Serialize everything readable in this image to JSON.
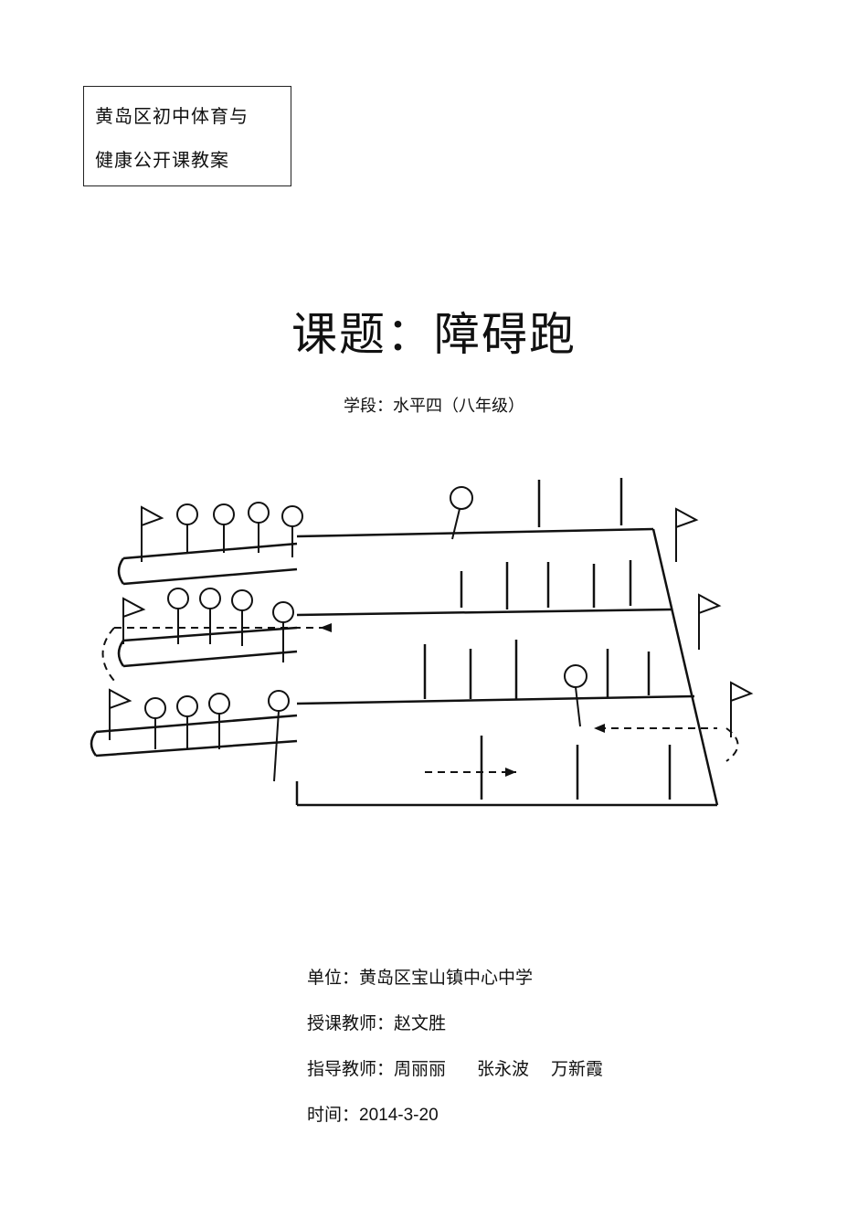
{
  "header": {
    "line1": "黄岛区初中体育与",
    "line2": "健康公开课教案"
  },
  "title": "课题：障碍跑",
  "subtitle": "学段：水平四（八年级）",
  "illustration": {
    "description_icon": "hurdle-race-illustration"
  },
  "info": {
    "unit_label": "单位：",
    "unit_value": "黄岛区宝山镇中心中学",
    "teacher_label": "授课教师：",
    "teacher_value": "赵文胜",
    "advisor_label": "指导教师：",
    "advisors": [
      "周丽丽",
      "张永波",
      "万新霞"
    ],
    "time_label": "时间：",
    "time_value": "2014-3-20"
  }
}
